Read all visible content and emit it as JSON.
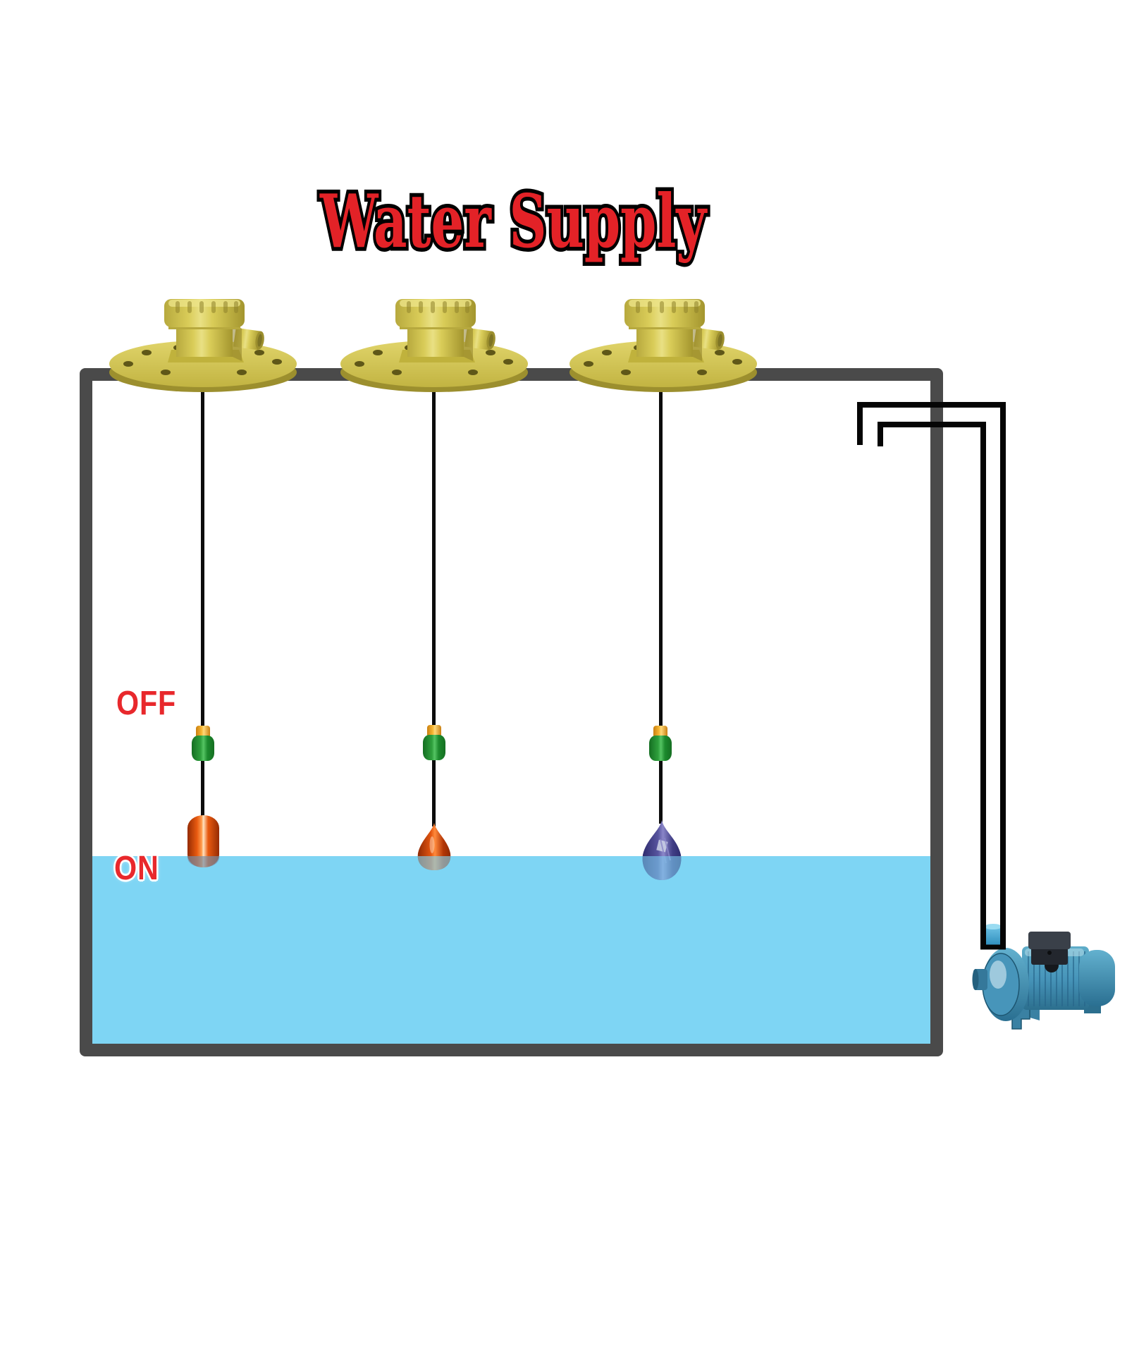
{
  "title": "Water Supply",
  "labels": {
    "off": "OFF",
    "on": "ON"
  },
  "colors": {
    "title_fill": "#e32227",
    "title_outline": "#000000",
    "label_red": "#e8282c",
    "tank_wall": "#4a4a4a",
    "water": "#7ed5f4",
    "sensor_body_yellow": "#d6c94f",
    "cable": "#0c0c0c",
    "counterweight_green": "#2fa03d",
    "counterweight_cap_orange": "#f0a028",
    "float_1_orange": "#e85a10",
    "float_2_red": "#e3550f",
    "float_3_blue": "#57549e",
    "pipe_black": "#050505",
    "pump_teal": "#4795ba"
  },
  "components": {
    "tank": "water-tank",
    "pipe": "suction-pipe",
    "pump": "centrifugal-pump",
    "sensors": [
      {
        "name": "float-switch-1",
        "float_shape": "cylinder",
        "float_color": "orange"
      },
      {
        "name": "float-switch-2",
        "float_shape": "teardrop",
        "float_color": "red"
      },
      {
        "name": "float-switch-3",
        "float_shape": "teardrop",
        "float_color": "blue"
      }
    ]
  }
}
